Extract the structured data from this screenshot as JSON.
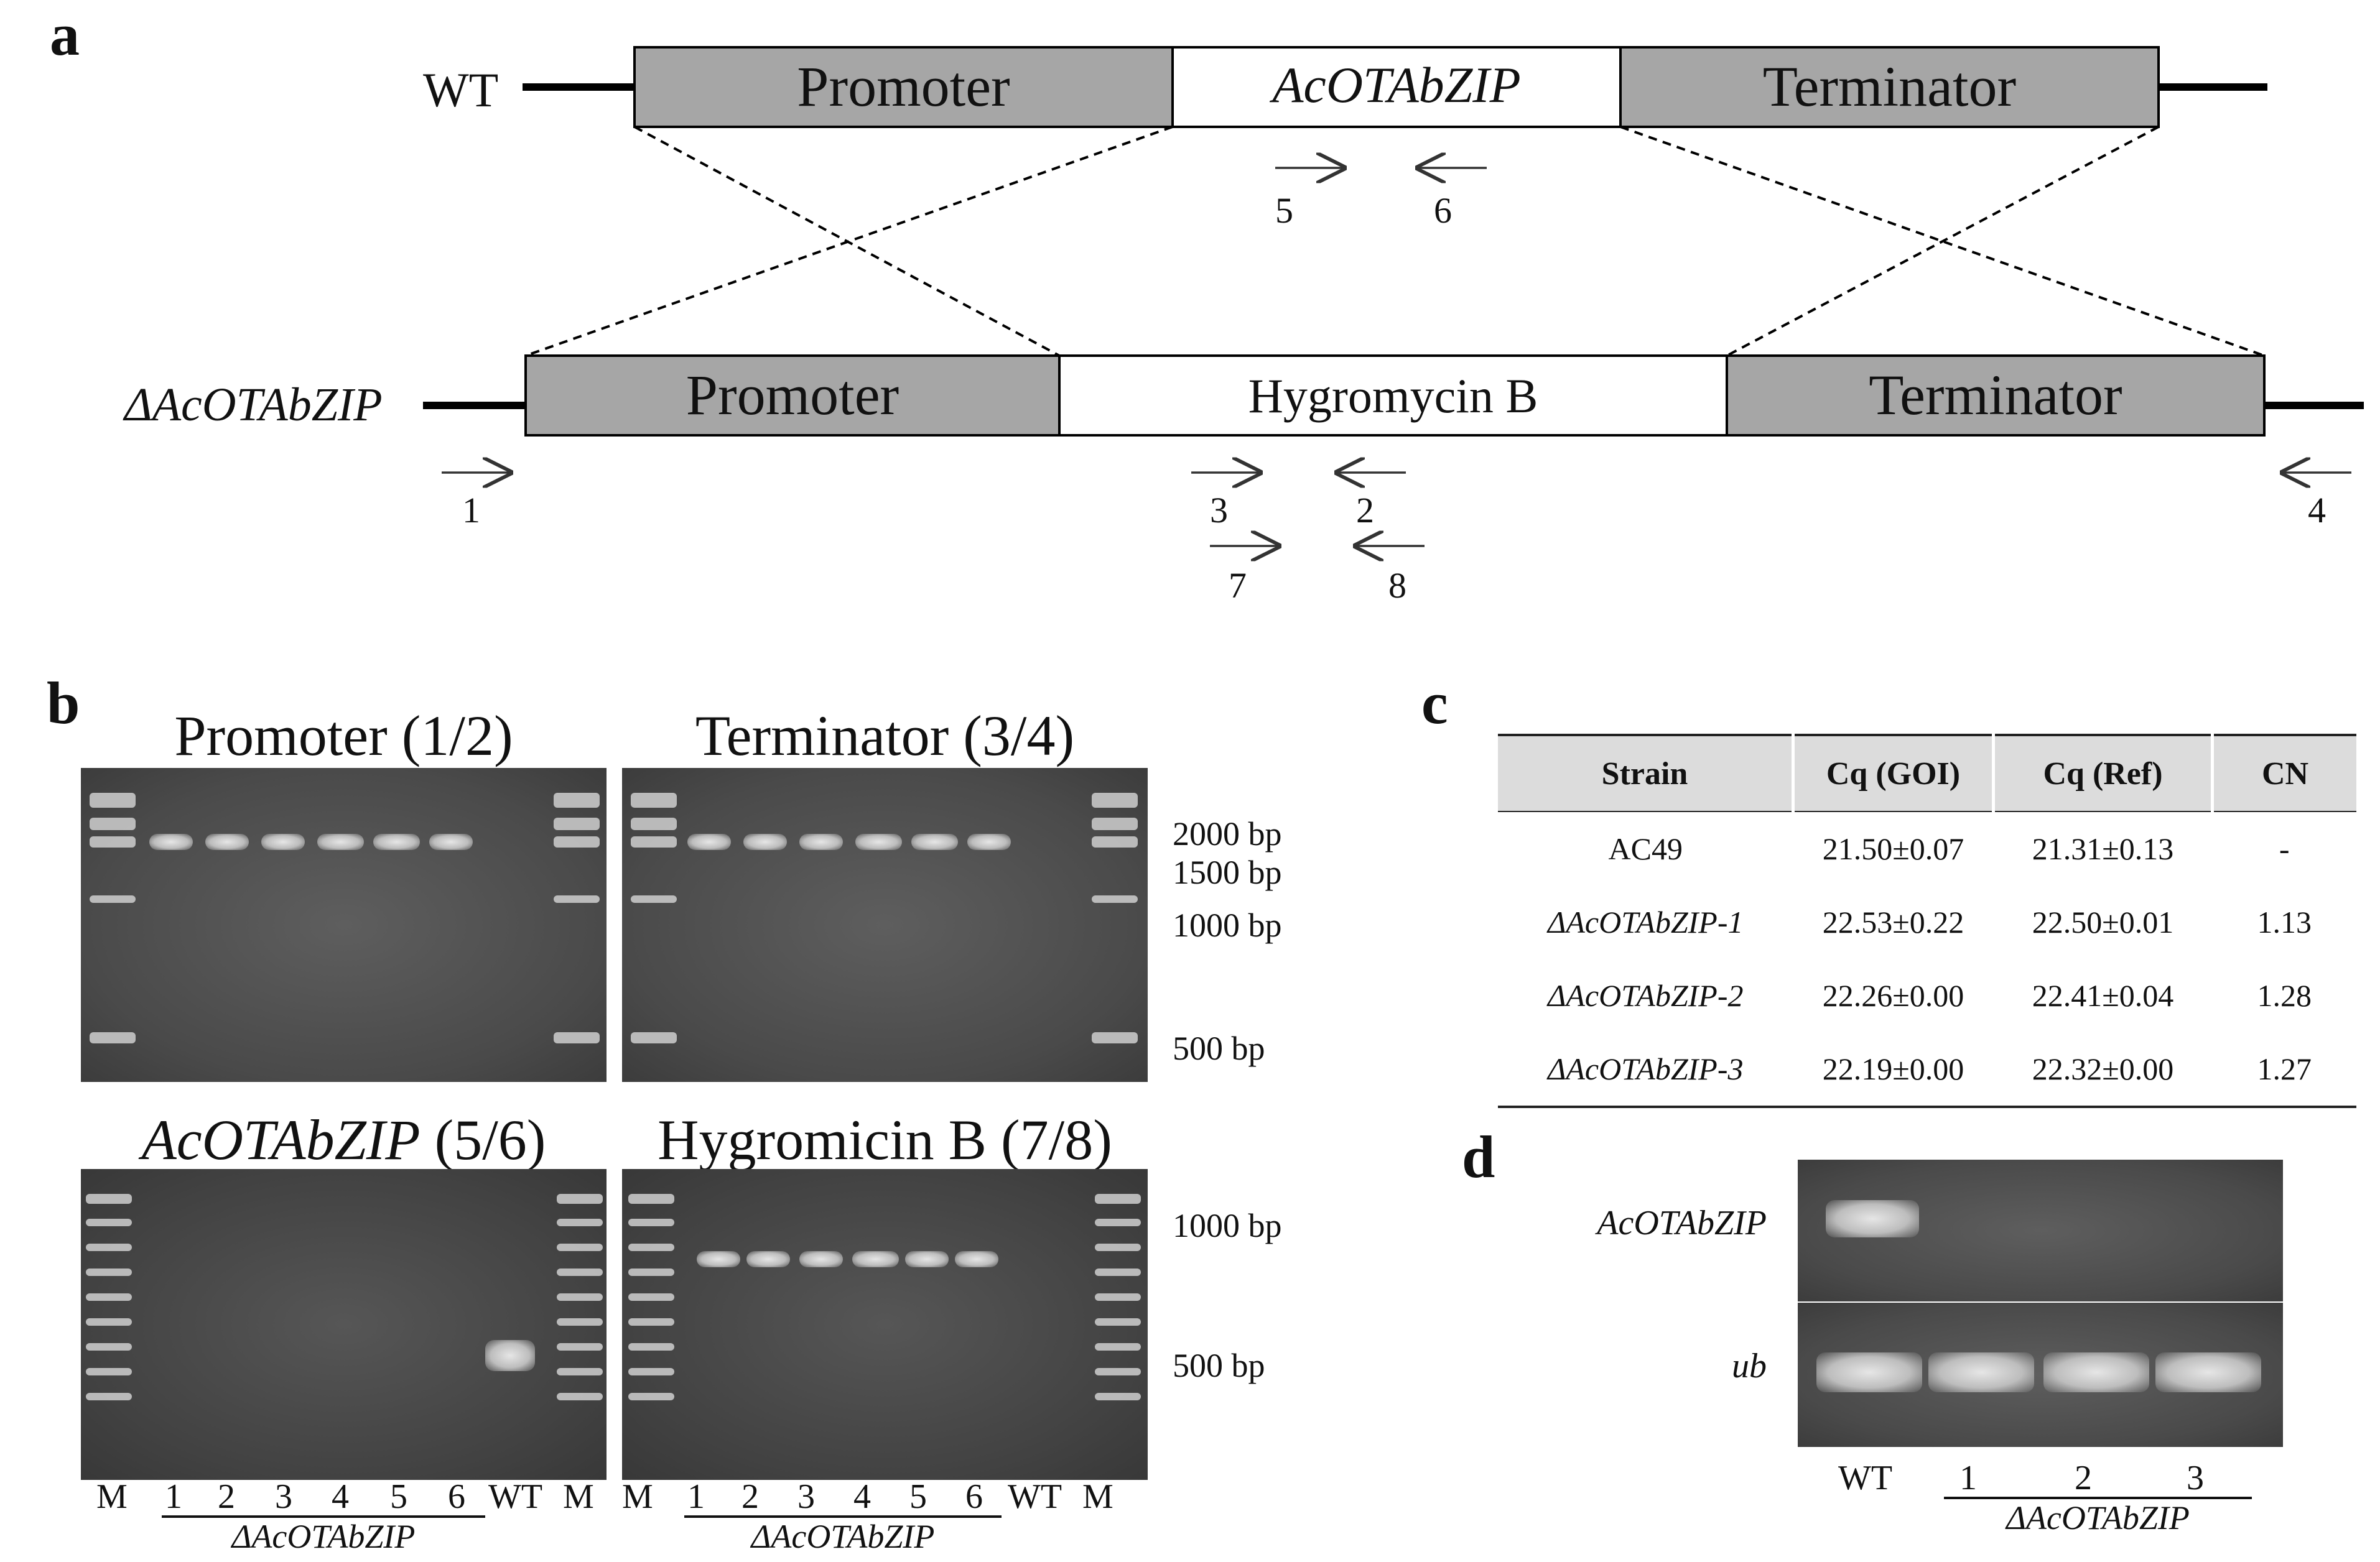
{
  "panel_a": {
    "label": "a",
    "wt_label": "WT",
    "mutant_label": "ΔAcOTAbZIP",
    "wt_boxes": {
      "promoter": "Promoter",
      "gene": "AcOTAbZIP",
      "terminator": "Terminator"
    },
    "mutant_boxes": {
      "promoter": "Promoter",
      "marker": "Hygromycin B",
      "terminator": "Terminator"
    },
    "primers": {
      "p1": "1",
      "p2": "2",
      "p3": "3",
      "p4": "4",
      "p5": "5",
      "p6": "6",
      "p7": "7",
      "p8": "8"
    },
    "colors": {
      "box_grey": "#a6a6a6",
      "box_white": "#ffffff",
      "line": "#000000"
    }
  },
  "panel_b": {
    "label": "b",
    "gels": {
      "promoter": {
        "title": "Promoter (1/2)"
      },
      "terminator": {
        "title": "Terminator (3/4)"
      },
      "gene": {
        "title_gene": "AcOTAbZIP",
        "title_primers": " (5/6)"
      },
      "hyg": {
        "title": "Hygromicin B (7/8)"
      }
    },
    "size_markers_top": [
      "2000 bp",
      "1500 bp",
      "1000 bp",
      "500 bp"
    ],
    "size_markers_bottom": [
      "1000 bp",
      "500 bp"
    ],
    "lanes_left": [
      "M",
      "1",
      "2",
      "3",
      "4",
      "5",
      "6",
      "WT",
      "M"
    ],
    "lanes_right": [
      "M",
      "1",
      "2",
      "3",
      "4",
      "5",
      "6",
      "WT",
      "M"
    ],
    "group_label": "ΔAcOTAbZIP"
  },
  "panel_c": {
    "label": "c",
    "headers": [
      "Strain",
      "Cq (GOI)",
      "Cq (Ref)",
      "CN"
    ],
    "rows": [
      [
        "AC49",
        "21.50±0.07",
        "21.31±0.13",
        "-"
      ],
      [
        "ΔAcOTAbZIP-1",
        "22.53±0.22",
        "22.50±0.01",
        "1.13"
      ],
      [
        "ΔAcOTAbZIP-2",
        "22.26±0.00",
        "22.41±0.04",
        "1.28"
      ],
      [
        "ΔAcOTAbZIP-3",
        "22.19±0.00",
        "22.32±0.00",
        "1.27"
      ]
    ]
  },
  "panel_d": {
    "label": "d",
    "row_labels": [
      "AcOTAbZIP",
      "ub"
    ],
    "lanes": [
      "WT",
      "1",
      "2",
      "3"
    ],
    "group_label": "ΔAcOTAbZIP"
  }
}
